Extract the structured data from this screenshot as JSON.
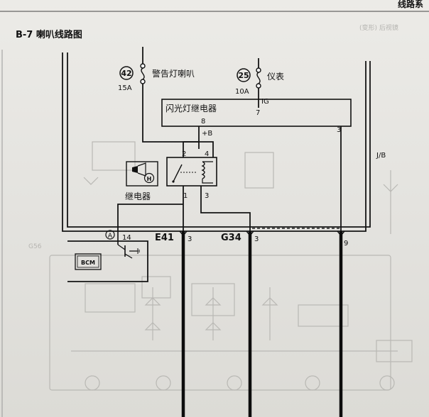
{
  "header": {
    "section_title": "B-7 喇叭线路图",
    "top_right": "线路系"
  },
  "fuses": [
    {
      "number": "42",
      "rating": "15A",
      "name": "警告灯喇叭"
    },
    {
      "number": "25",
      "rating": "10A",
      "name": "仪表",
      "terminal": "IG"
    }
  ],
  "flasher_relay": {
    "title": "闪光灯继电器",
    "pins": {
      "p8": "8",
      "p7": "7",
      "p3": "3",
      "plusB": "+B"
    }
  },
  "horn_relay": {
    "label": "继电器",
    "horn_badge": "H",
    "pins": {
      "p2": "2",
      "p4": "4",
      "p1": "1",
      "p3": "3"
    }
  },
  "bcm": {
    "label": "BCM",
    "connector": "A",
    "pin": "14"
  },
  "junction": {
    "label": "J/B"
  },
  "connectors": [
    {
      "name": "E41",
      "pin": "3"
    },
    {
      "name": "G34",
      "pin": "3"
    },
    {
      "name": "",
      "pin": "9"
    }
  ]
}
